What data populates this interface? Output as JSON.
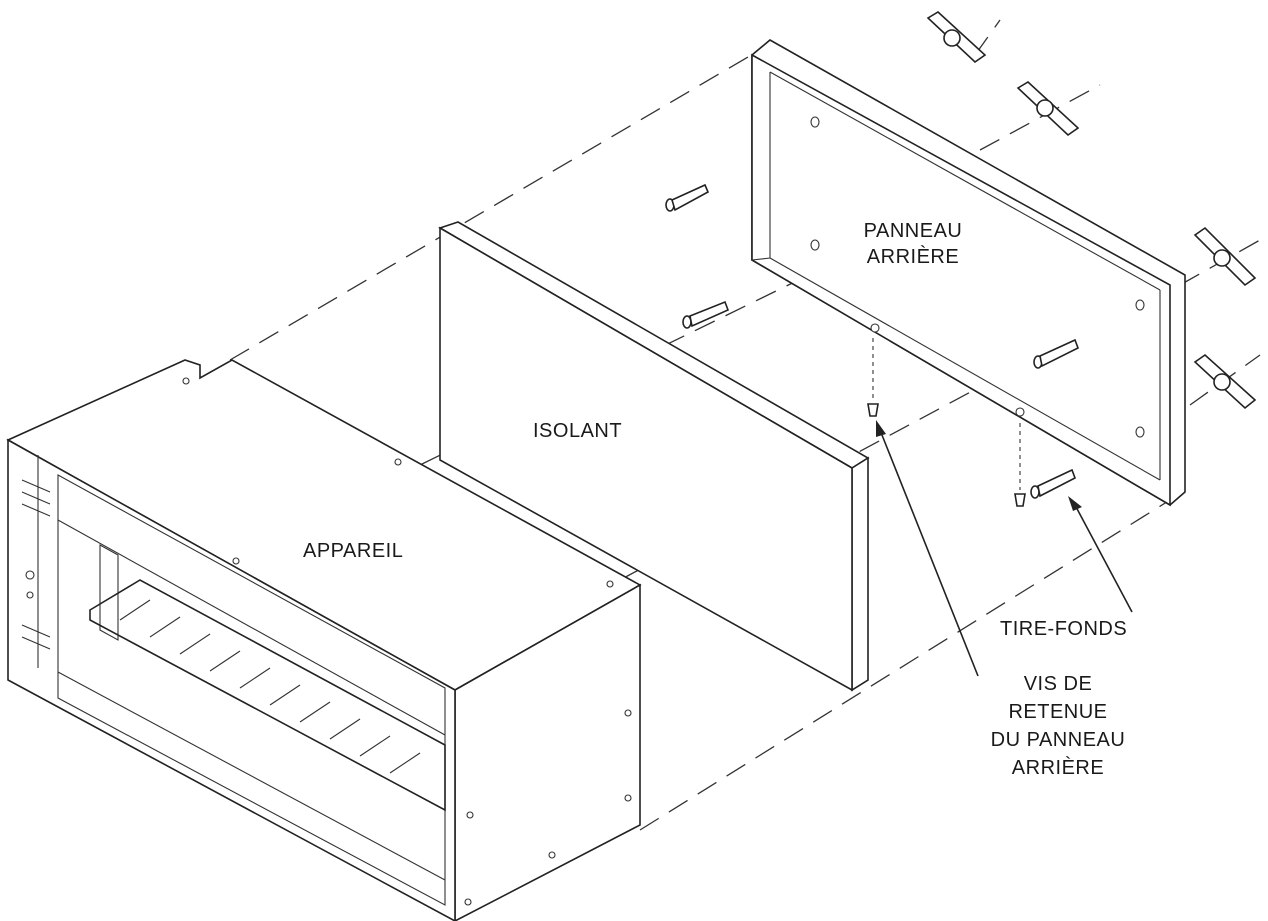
{
  "labels": {
    "appliance": "APPAREIL",
    "insulation": "ISOLANT",
    "rear_panel_line1": "PANNEAU",
    "rear_panel_line2": "ARRIÈRE",
    "lag_screws": "TIRE-FONDS",
    "retaining_screw_line1": "VIS DE",
    "retaining_screw_line2": "RETENUE",
    "retaining_screw_line3": "DU PANNEAU",
    "retaining_screw_line4": "ARRIÈRE"
  }
}
